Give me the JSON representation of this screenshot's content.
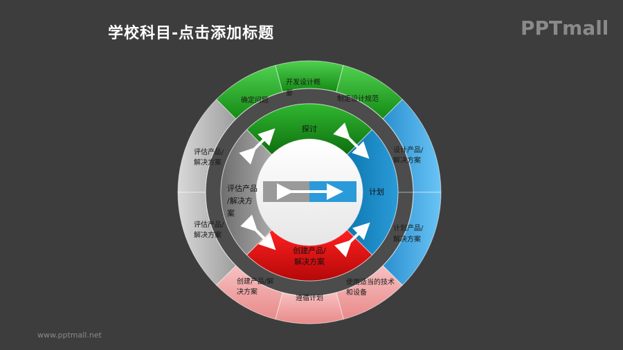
{
  "title": "学校科目-点击添加标题",
  "logo": "PPTmall",
  "footer_url": "www.pptmall.net",
  "colors": {
    "background": "#3d3d3d",
    "green": "#1ea81e",
    "blue": "#3aa7e6",
    "red": "#e81212",
    "pink": "#f4a3a3",
    "gray": "#b9b9b9",
    "dark_gray": "#8f8f8f"
  },
  "diagram": {
    "inner_ring": {
      "top": "探讨",
      "right": "计划",
      "bottom": [
        "创建产品/",
        "解决方案"
      ],
      "left": [
        "评估产品",
        "/解决方",
        "案"
      ]
    },
    "outer_segments": {
      "green": [
        [
          "确定问题"
        ],
        [
          "开发设计概",
          "要"
        ],
        [
          "制定设计规范"
        ]
      ],
      "blue": [
        [
          "设计产品/",
          "解决方案"
        ],
        [
          "计划产品/",
          "解决方案"
        ]
      ],
      "pink": [
        [
          "使用适当的技术",
          "和设备"
        ],
        [
          "遵循计划"
        ],
        [
          "创建产品/解",
          "决方案"
        ]
      ],
      "gray": [
        [
          "评估产品/",
          "解决方案"
        ],
        [
          "评估产品/",
          "解决方案"
        ]
      ]
    }
  }
}
